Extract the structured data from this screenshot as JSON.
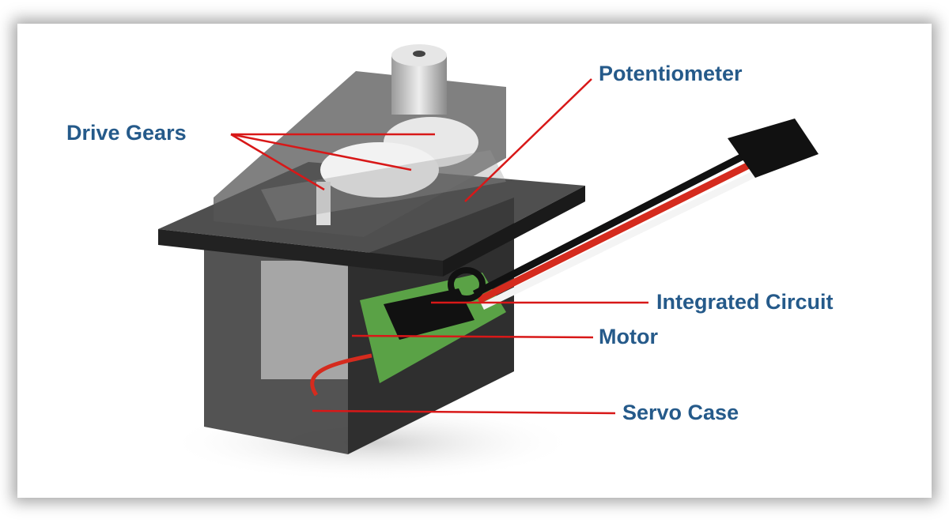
{
  "colors": {
    "label": "#255a8a",
    "leader": "#d81818",
    "case": "#3a3a3a"
  },
  "labels": {
    "drive_gears": "Drive Gears",
    "potentiometer": "Potentiometer",
    "integrated_circuit": "Integrated Circuit",
    "motor": "Motor",
    "servo_case": "Servo Case"
  }
}
